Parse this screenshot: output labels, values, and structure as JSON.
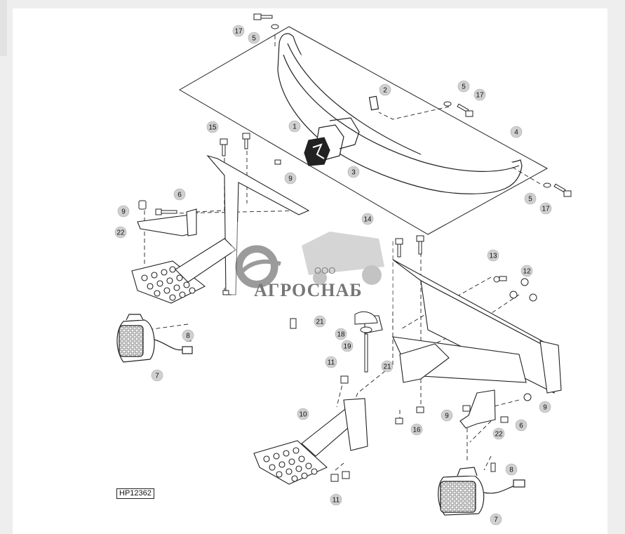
{
  "figure_id": "HP12362",
  "watermark": {
    "prefix": "ООО",
    "name": "АГРОСНАБ"
  },
  "callouts": [
    {
      "label": "17"
    },
    {
      "label": "5"
    },
    {
      "label": "2"
    },
    {
      "label": "5"
    },
    {
      "label": "17"
    },
    {
      "label": "1"
    },
    {
      "label": "3"
    },
    {
      "label": "4"
    },
    {
      "label": "15"
    },
    {
      "label": "9"
    },
    {
      "label": "6"
    },
    {
      "label": "9"
    },
    {
      "label": "22"
    },
    {
      "label": "5"
    },
    {
      "label": "17"
    },
    {
      "label": "14"
    },
    {
      "label": "13"
    },
    {
      "label": "12"
    },
    {
      "label": "21"
    },
    {
      "label": "18"
    },
    {
      "label": "19"
    },
    {
      "label": "8"
    },
    {
      "label": "11"
    },
    {
      "label": "21"
    },
    {
      "label": "7"
    },
    {
      "label": "9"
    },
    {
      "label": "10"
    },
    {
      "label": "16"
    },
    {
      "label": "9"
    },
    {
      "label": "22"
    },
    {
      "label": "6"
    },
    {
      "label": "8"
    },
    {
      "label": "11"
    },
    {
      "label": "7"
    }
  ]
}
